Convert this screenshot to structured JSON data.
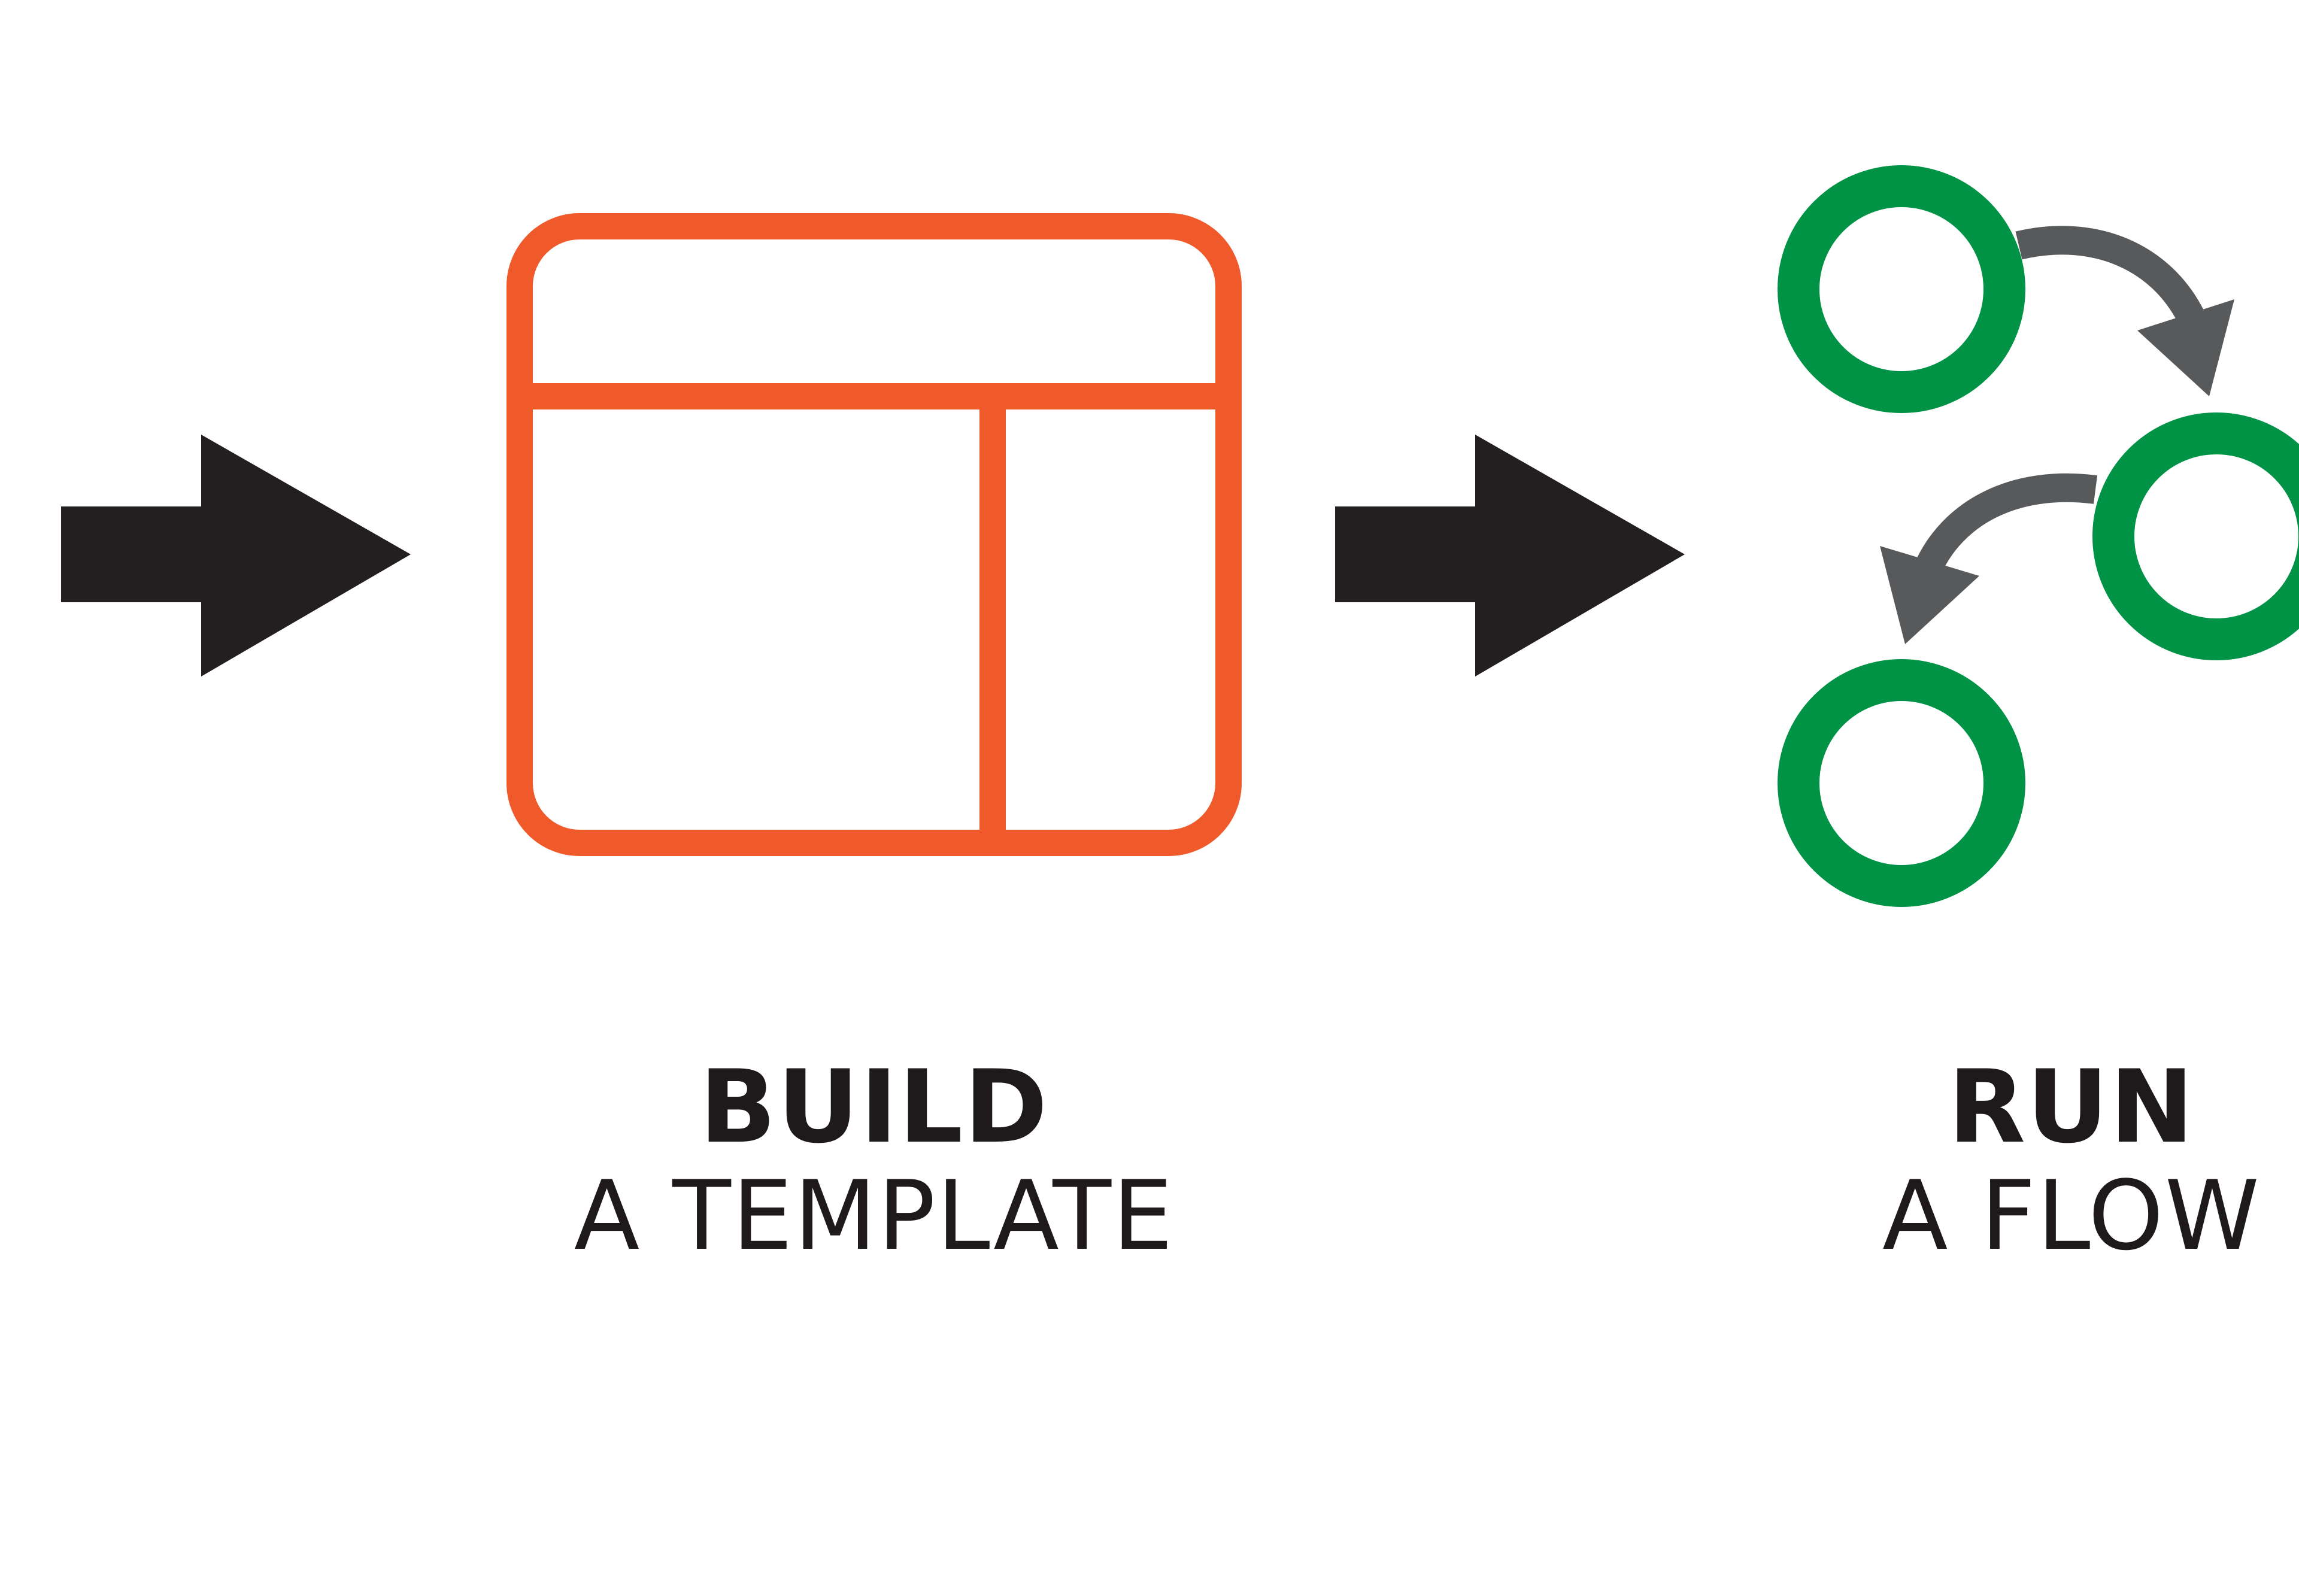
{
  "colors": {
    "arrow": "#231f20",
    "template": "#f05a2b",
    "flow_node": "#009245",
    "flow_arrow": "#58595b",
    "text": "#1e1a1b"
  },
  "steps": [
    {
      "icon": "template-layout-icon",
      "title": "BUILD",
      "subtitle": "A TEMPLATE"
    },
    {
      "icon": "flow-nodes-icon",
      "title": "RUN",
      "subtitle": "A FLOW"
    }
  ]
}
